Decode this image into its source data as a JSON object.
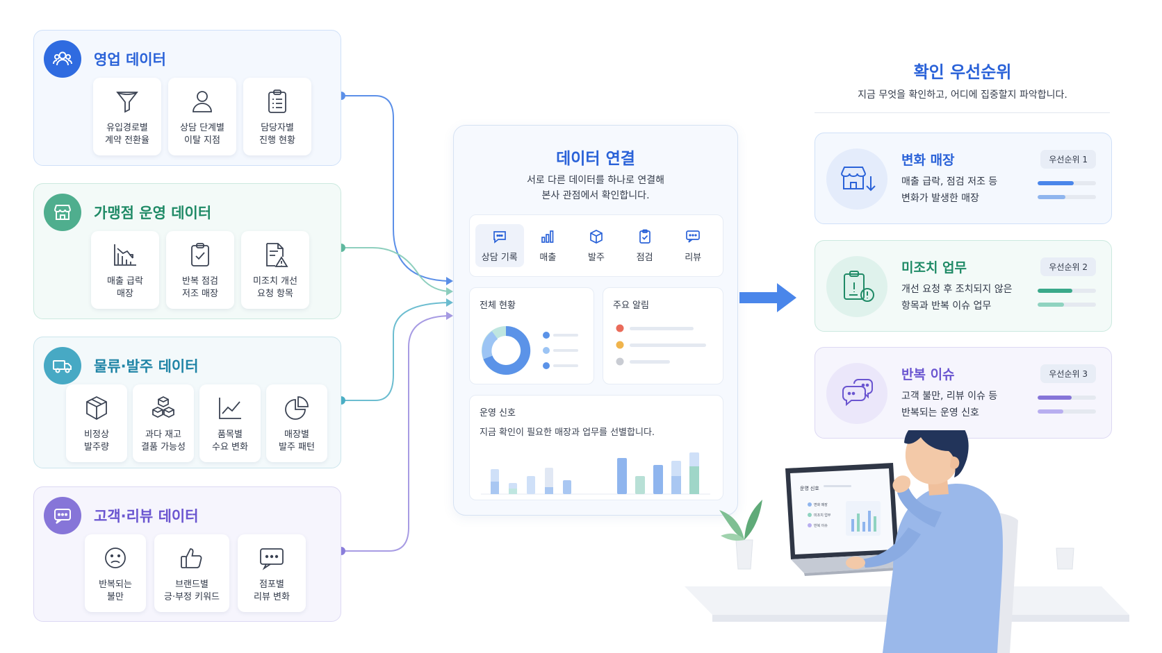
{
  "sources": [
    {
      "title": "영업 데이터",
      "color": "#2a62d8",
      "icon": "users-icon",
      "items": [
        {
          "line1": "유입경로별",
          "line2": "계약 전환율",
          "icon": "funnel-icon"
        },
        {
          "line1": "상담 단계별",
          "line2": "이탈 지점",
          "icon": "user-icon"
        },
        {
          "line1": "담당자별",
          "line2": "진행 현황",
          "icon": "clipboard-list-icon"
        }
      ]
    },
    {
      "title": "가맹점 운영 데이터",
      "color": "#1f8a66",
      "icon": "store-icon",
      "items": [
        {
          "line1": "매출 급락",
          "line2": "매장",
          "icon": "chart-down-icon"
        },
        {
          "line1": "반복 점검",
          "line2": "저조 매장",
          "icon": "clipboard-check-icon"
        },
        {
          "line1": "미조치 개선",
          "line2": "요청 항목",
          "icon": "document-warning-icon"
        }
      ]
    },
    {
      "title": "물류·발주 데이터",
      "color": "#1f84a6",
      "icon": "truck-icon",
      "items": [
        {
          "line1": "비정상",
          "line2": "발주량",
          "icon": "box-icon"
        },
        {
          "line1": "과다 재고",
          "line2": "결품 가능성",
          "icon": "boxes-icon"
        },
        {
          "line1": "품목별",
          "line2": "수요 변화",
          "icon": "line-chart-icon"
        },
        {
          "line1": "매장별",
          "line2": "발주 패턴",
          "icon": "pie-chart-icon"
        }
      ]
    },
    {
      "title": "고객·리뷰 데이터",
      "color": "#6a55d0",
      "icon": "chat-icon",
      "items": [
        {
          "line1": "반복되는",
          "line2": "불만",
          "icon": "sad-face-icon"
        },
        {
          "line1": "브랜드별",
          "line2": "긍·부정 키워드",
          "icon": "thumbs-up-icon"
        },
        {
          "line1": "점포별",
          "line2": "리뷰 변화",
          "icon": "message-dots-icon"
        }
      ]
    }
  ],
  "center": {
    "title": "데이터 연결",
    "desc_line1": "서로 다른 데이터를 하나로 연결해",
    "desc_line2": "본사 관점에서 확인합니다.",
    "tabs": [
      {
        "label": "상담 기록",
        "icon": "chat-bubble-icon"
      },
      {
        "label": "매출",
        "icon": "bar-chart-icon"
      },
      {
        "label": "발주",
        "icon": "box-icon"
      },
      {
        "label": "점검",
        "icon": "clipboard-check-icon"
      },
      {
        "label": "리뷰",
        "icon": "message-dots-icon"
      }
    ],
    "status_title": "전체 현황",
    "alerts_title": "주요 알림",
    "signal_title": "운영 신호",
    "signal_desc": "지금 확인이 필요한 매장과 업무를 선별합니다."
  },
  "priority": {
    "title": "확인 우선순위",
    "subtitle": "지금 무엇을 확인하고, 어디에 집중할지 파악합니다.",
    "cards": [
      {
        "title": "변화 매장",
        "line1": "매출 급락, 점검 저조 등",
        "line2": "변화가 발생한 매장",
        "badge": "우선순위 1",
        "color": "#2a62d8",
        "icon": "store-down-icon"
      },
      {
        "title": "미조치 업무",
        "line1": "개선 요청 후 조치되지 않은",
        "line2": "항목과 반복 이슈 업무",
        "badge": "우선순위 2",
        "color": "#1f8a66",
        "icon": "clipboard-alert-icon"
      },
      {
        "title": "반복 이슈",
        "line1": "고객 불만, 리뷰 이슈 등",
        "line2": "반복되는 운영 신호",
        "badge": "우선순위 3",
        "color": "#6a55d0",
        "icon": "chat-bubbles-icon"
      }
    ]
  },
  "laptop_screen": {
    "title": "운영 신호",
    "rows": [
      "변화 매장",
      "미조치 업무",
      "반복 이슈"
    ]
  }
}
